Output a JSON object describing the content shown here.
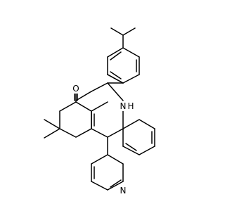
{
  "atoms": {
    "oxygen": "O",
    "nh": "N",
    "nh_h": "H",
    "pyridine_n": "N"
  },
  "colors": {
    "background": "#ffffff",
    "bond": "#000000",
    "label": "#000000"
  }
}
